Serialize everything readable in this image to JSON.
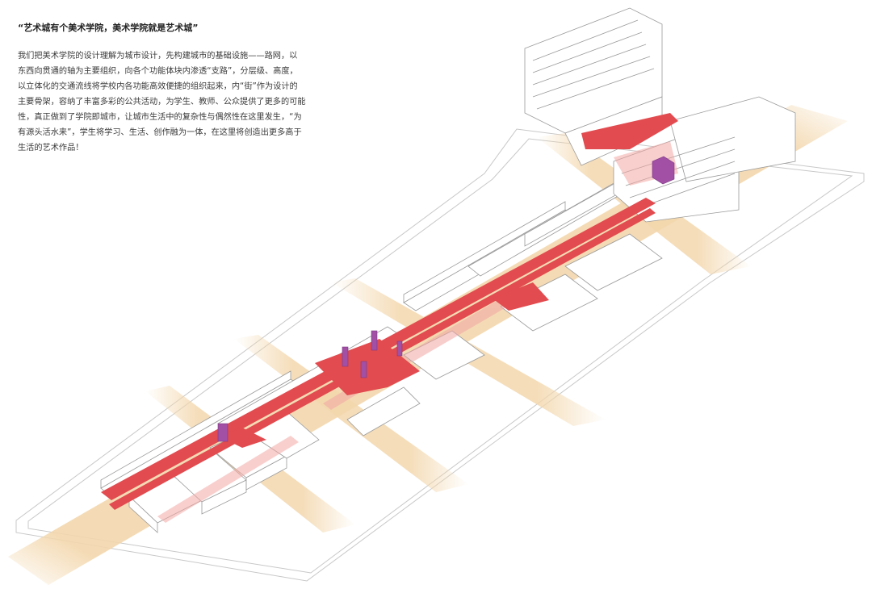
{
  "heading": "“艺术城有个美术学院，美术学院就是艺术城”",
  "paragraph_lines": [
    "我们把美术学院的设计理解为城市设计，先构建城市的基础设施——路网，以",
    "东西向贯通的轴为主要组织，向各个功能体块内渗透“支路”，分层级、高度，",
    "以立体化的交通流线将学校内各功能高效便捷的组织起来，内“街”作为设计的",
    "主要骨架，容纳了丰富多彩的公共活动，为学生、教师、公众提供了更多的可能",
    "性，真正做到了学院即城市，让城市生活中的复杂性与偶然性在这里发生，“为",
    "有源头活水来”，学生将学习、生活、创作融为一体，在这里将创造出更多高于",
    "生活的艺术作品！"
  ],
  "colors": {
    "road": "#f3d7ad",
    "street": "#e24b4f",
    "street_light": "#f2a7a4",
    "vertical_core": "#a24fa6",
    "building_fill": "#ffffff",
    "building_stroke": "#9a9a9a",
    "site_line": "#bdbdbd"
  }
}
